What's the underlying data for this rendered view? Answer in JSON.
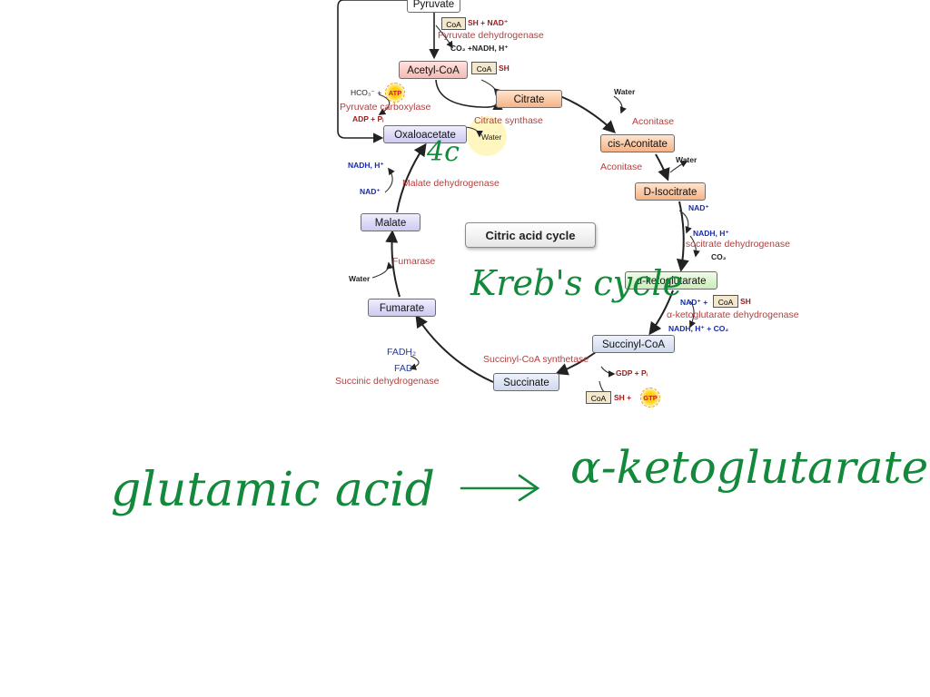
{
  "diagram": {
    "title": "Citric acid cycle",
    "metabolites": {
      "pyruvate": "Pyruvate",
      "acetyl_coa": "Acetyl-CoA",
      "citrate": "Citrate",
      "cis_aconitate": "cis-Aconitate",
      "d_isocitrate": "D-Isocitrate",
      "a_ketoglutarate": "α-ketoglutarate",
      "succinyl_coa": "Succinyl-CoA",
      "succinate": "Succinate",
      "fumarate": "Fumarate",
      "malate": "Malate",
      "oxaloacetate": "Oxaloacetate"
    },
    "enzymes": {
      "pyruvate_dehydrogenase": "Pyruvate dehydrogenase",
      "pyruvate_carboxylase": "Pyruvate carboxylase",
      "citrate_synthase": "Citrate synthase",
      "aconitase_1": "Aconitase",
      "aconitase_2": "Aconitase",
      "isocitrate_dehydrogenase": "Isocitrate dehydrogenase",
      "a_ketoglutarate_dehydrogenase": "α-ketoglutarate dehydrogenase",
      "succinyl_coa_synthetase": "Succinyl-CoA synthetase",
      "succinic_dehydrogenase": "Succinic dehydrogenase",
      "fumarase": "Fumarase",
      "malate_dehydrogenase": "Malate dehydrogenase"
    },
    "cofactors": {
      "coa": "CoA",
      "sh": "SH",
      "sh_plus": "SH +",
      "sh_plus_nad": "SH + NAD⁺",
      "co2_nadh": "CO₂ +NADH, H⁺",
      "hco3": "HCO₃⁻ +",
      "atp": "ATP",
      "adp_pi": "ADP + Pᵢ",
      "water": "Water",
      "nad": "NAD⁺",
      "nad_plus": "NAD⁺ +",
      "nadh_h": "NADH, H⁺",
      "co2": "CO₂",
      "nadh_h_co2": "NADH, H⁺ + CO₂",
      "gdp_pi": "GDP + Pᵢ",
      "gtp": "GTP",
      "fadh2": "FADH₂",
      "fad": "FAD"
    },
    "colors": {
      "arrow": "#222222",
      "enzyme_text": "#b04040",
      "cofactor_blue": "#1a2aa8",
      "handwriting": "#138a3b"
    }
  },
  "handwriting": {
    "four_c": "4c",
    "krebs_cycle": "Kreb's cycle",
    "equation_left": "glutamic acid",
    "arrow": "⟶",
    "equation_right": "α-ketoglutarate"
  }
}
